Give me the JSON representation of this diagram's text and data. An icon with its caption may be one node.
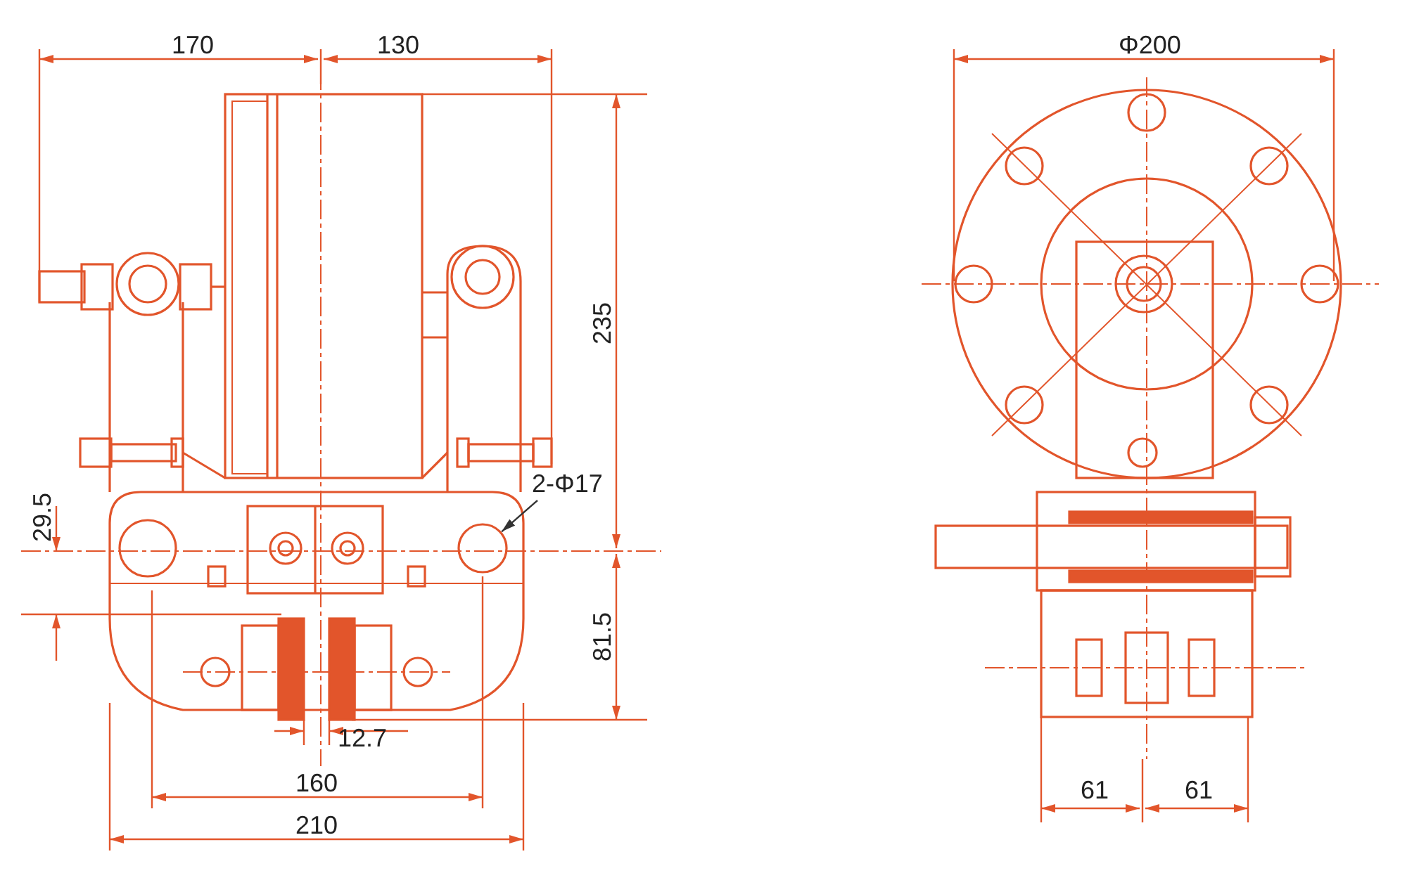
{
  "diagram": {
    "nodes": [
      {
        "text": [
          "2-Φ17"
        ]
      },
      {
        "text": [],
        "shape": "circle"
      }
    ],
    "edges": [
      {
        "from": 0,
        "to": 1,
        "arrow": "to"
      }
    ],
    "labels": [
      "170",
      "130",
      "Φ200",
      "235",
      "29.5",
      "81.5",
      "12.7",
      "160",
      "210",
      "61",
      "61"
    ]
  }
}
